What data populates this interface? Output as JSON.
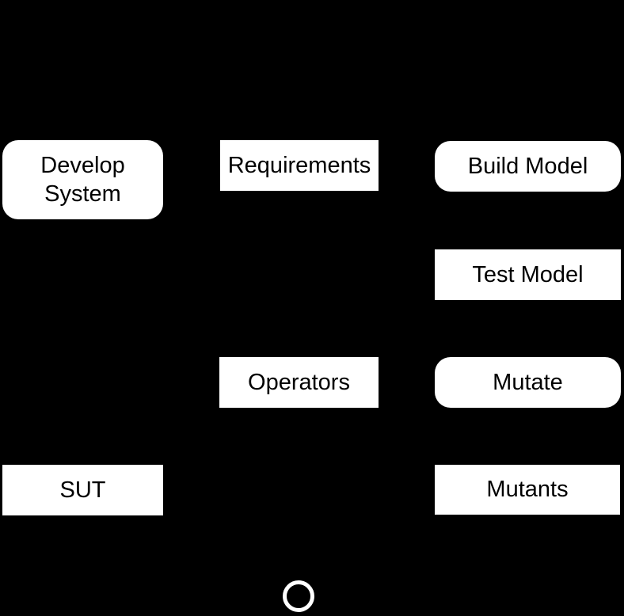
{
  "diagram": {
    "background_color": "#000000",
    "node_fill_color": "#ffffff",
    "node_text_color": "#000000",
    "circle_stroke_color": "#ffffff",
    "nodes": [
      {
        "id": "develop-system",
        "label": "Develop System",
        "shape": "rounded-rect"
      },
      {
        "id": "requirements",
        "label": "Requirements",
        "shape": "rect"
      },
      {
        "id": "build-model",
        "label": "Build Model",
        "shape": "rounded-rect"
      },
      {
        "id": "test-model",
        "label": "Test Model",
        "shape": "rect"
      },
      {
        "id": "operators",
        "label": "Operators",
        "shape": "rect"
      },
      {
        "id": "mutate",
        "label": "Mutate",
        "shape": "rounded-rect"
      },
      {
        "id": "sut",
        "label": "SUT",
        "shape": "rect"
      },
      {
        "id": "mutants",
        "label": "Mutants",
        "shape": "rect"
      }
    ],
    "terminal": {
      "id": "circle-node",
      "shape": "circle"
    }
  }
}
